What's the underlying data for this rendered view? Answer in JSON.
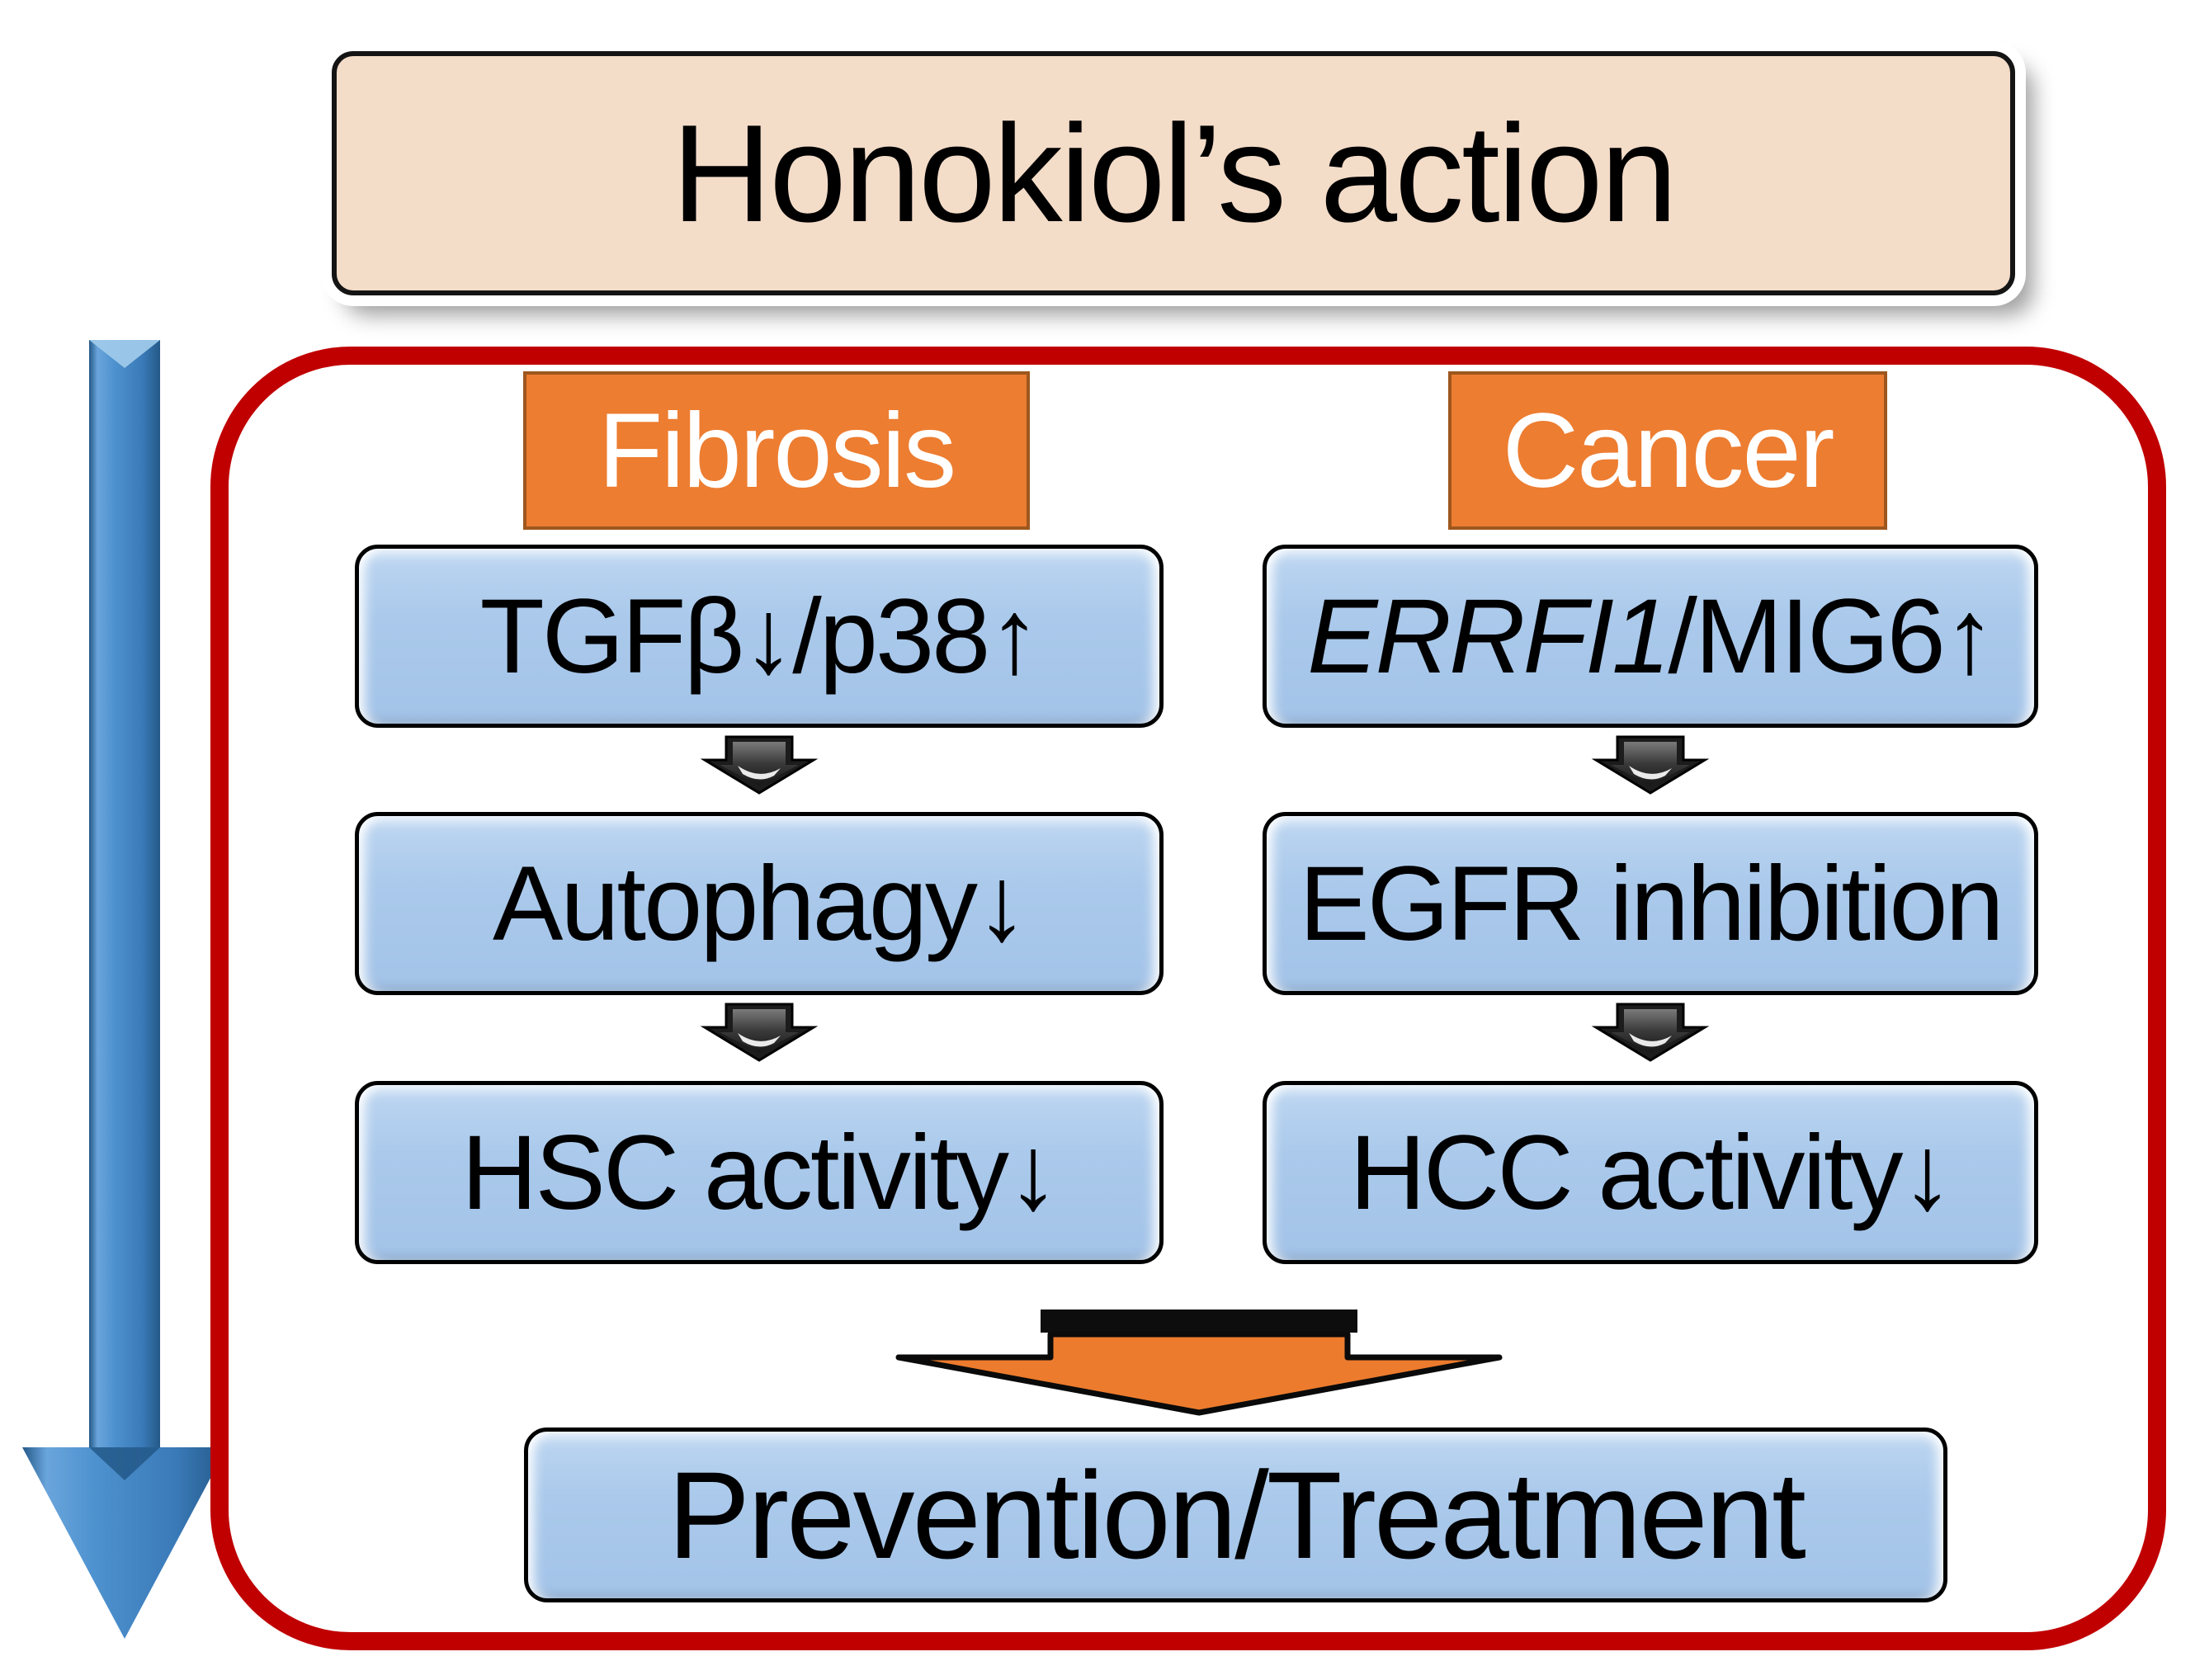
{
  "title": "Honokiol’s action",
  "columns": [
    {
      "header": "Fibrosis",
      "steps": [
        {
          "segments": [
            {
              "text": "TGFβ↓/p38↑",
              "style": "normal"
            }
          ]
        },
        {
          "segments": [
            {
              "text": "Autophagy↓",
              "style": "normal"
            }
          ]
        },
        {
          "segments": [
            {
              "text": "HSC activity↓",
              "style": "normal"
            }
          ]
        }
      ]
    },
    {
      "header": "Cancer",
      "steps": [
        {
          "segments": [
            {
              "text": "ERRFI1",
              "style": "italic"
            },
            {
              "text": "/MIG6↑",
              "style": "normal"
            }
          ]
        },
        {
          "segments": [
            {
              "text": "EGFR inhibition",
              "style": "normal"
            }
          ]
        },
        {
          "segments": [
            {
              "text": "HCC activity↓",
              "style": "normal"
            }
          ]
        }
      ]
    }
  ],
  "outcome": "Prevention/Treatment",
  "icons": {
    "big_left_arrow": "blue-down-arrow",
    "step_arrow": "dark-3d-down-arrow",
    "merge_arrow": "orange-down-arrow"
  },
  "colors": {
    "title_bg": "#F3DCC8",
    "header_orange": "#ED7D31",
    "box_blue": "#A5C6E9",
    "frame_red": "#C00000",
    "arrow_blue": "#3C7BBE"
  }
}
